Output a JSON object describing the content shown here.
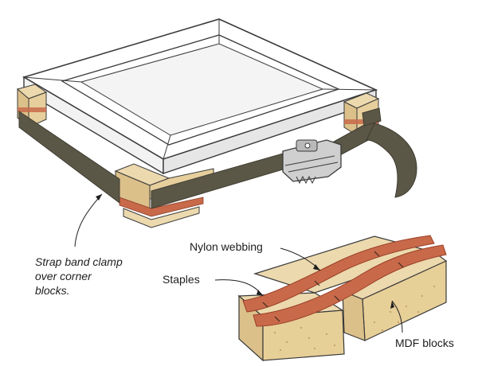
{
  "caption": {
    "lines": [
      "Strap band clamp",
      "over corner",
      "blocks."
    ]
  },
  "labels": {
    "webbing": "Nylon webbing",
    "staples": "Staples",
    "blocks": "MDF blocks"
  },
  "colors": {
    "frame_outline": "#3a3a3a",
    "frame_fill": "#ffffff",
    "frame_shadow": "#e9e9e9",
    "strap": "#5b5747",
    "strap_dark": "#3f3c31",
    "webbing": "#c86a4a",
    "webbing_dark": "#9a3f27",
    "mdf_top": "#ecd9ae",
    "mdf_side": "#dcc08a",
    "mdf_end": "#d9b87c",
    "buckle": "#b9b9b9"
  }
}
